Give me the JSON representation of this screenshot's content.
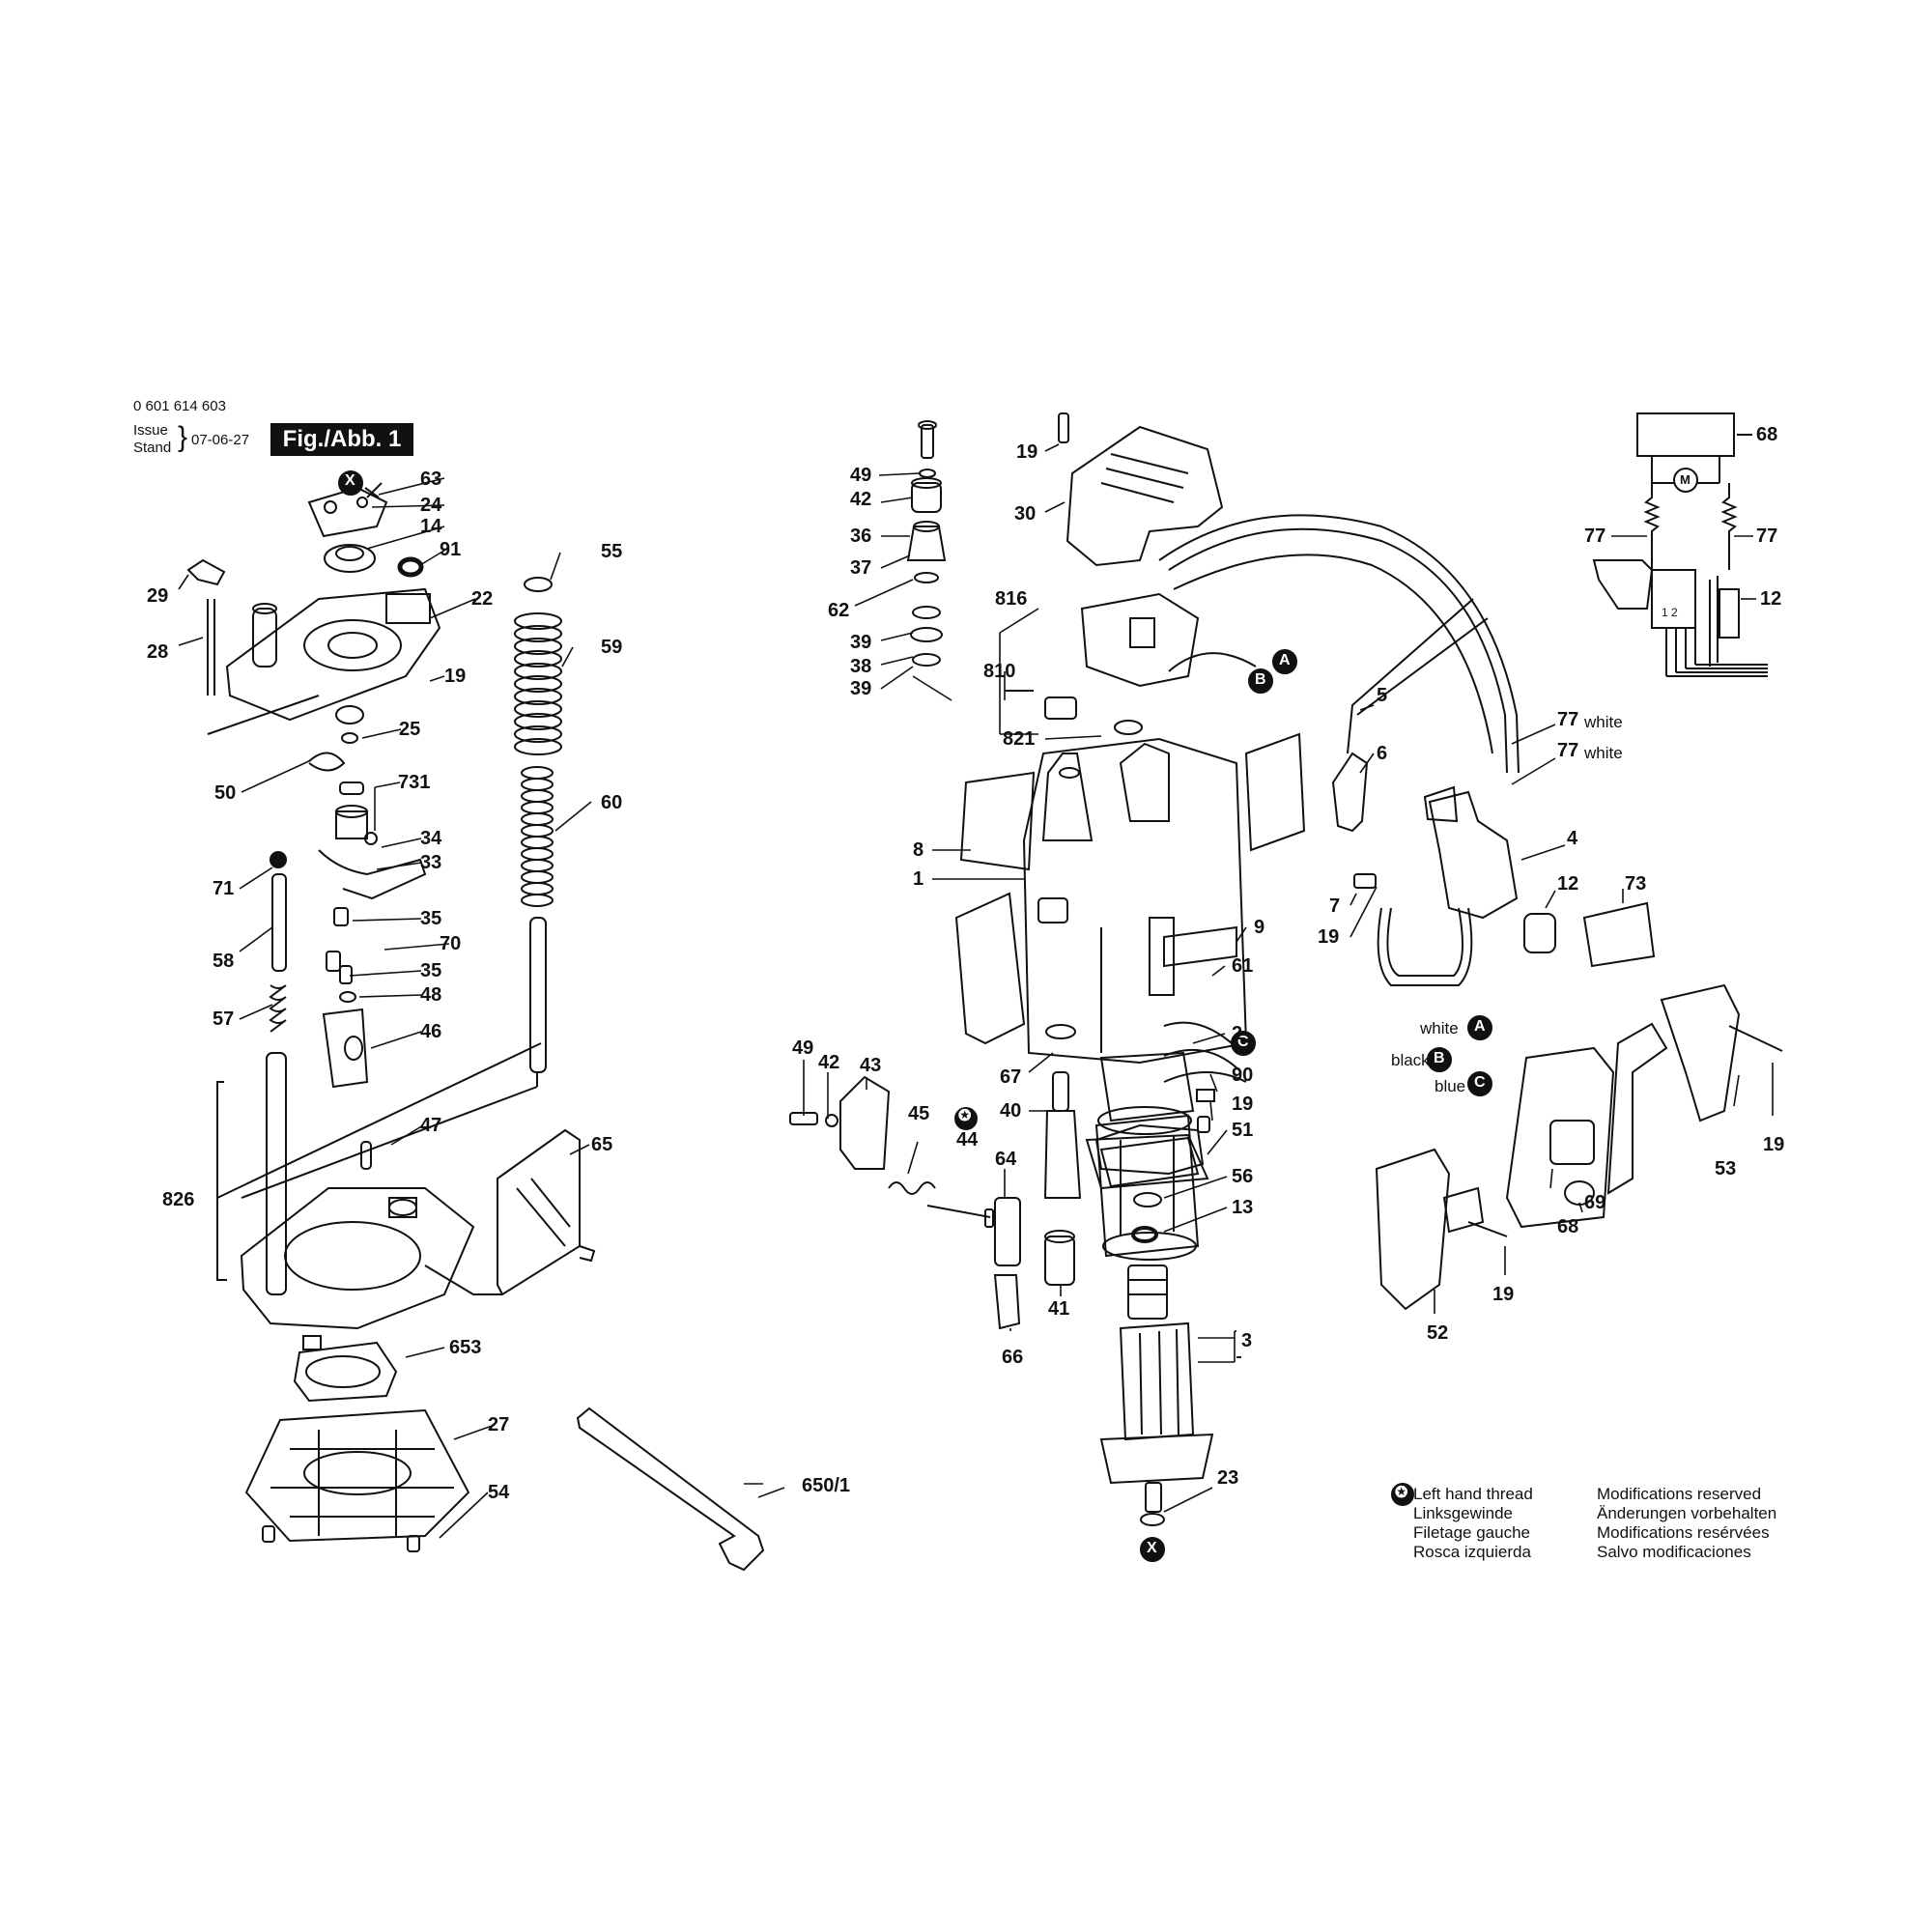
{
  "header": {
    "part_number": "0 601 614 603",
    "issue_label": "Issue",
    "stand_label": "Stand",
    "issue_date": "07-06-27",
    "figure_label": "Fig./Abb. 1"
  },
  "callouts": {
    "c63": "63",
    "c24": "24",
    "c14": "14",
    "c91": "91",
    "c22": "22",
    "c29": "29",
    "c28": "28",
    "c19a": "19",
    "c25": "25",
    "c50": "50",
    "c731": "731",
    "c34": "34",
    "c33": "33",
    "c71": "71",
    "c35a": "35",
    "c58": "58",
    "c70": "70",
    "c35b": "35",
    "c48": "48",
    "c57": "57",
    "c46": "46",
    "c47": "47",
    "c826": "826",
    "c65": "65",
    "c653": "653",
    "c27": "27",
    "c54": "54",
    "c55": "55",
    "c59": "59",
    "c60": "60",
    "c650": "650/1",
    "c49a": "49",
    "c42a": "42",
    "c36": "36",
    "c37": "37",
    "c62": "62",
    "c39a": "39",
    "c38": "38",
    "c39b": "39",
    "c19b": "19",
    "c30": "30",
    "c816": "816",
    "c810": "810",
    "c821": "821",
    "c8": "8",
    "c1": "1",
    "c5": "5",
    "c6": "6",
    "c77a": "77",
    "c77b": "77",
    "c4": "4",
    "c7": "7",
    "c19c": "19",
    "c12a": "12",
    "c73": "73",
    "c9": "9",
    "c61": "61",
    "c2": "2",
    "c67": "67",
    "c90": "90",
    "c19d": "19",
    "c40": "40",
    "c51": "51",
    "c56": "56",
    "c13": "13",
    "c3": "3",
    "c23": "23",
    "c49b": "49",
    "c42b": "42",
    "c43": "43",
    "c45": "45",
    "c44": "44",
    "c64": "64",
    "c41": "41",
    "c66": "66",
    "c19e": "19",
    "c53": "53",
    "c68a": "68",
    "c69": "69",
    "c52": "52",
    "c19f": "19",
    "c68b": "68",
    "c77c": "77",
    "c77d": "77",
    "c12b": "12"
  },
  "markers": {
    "x": "X",
    "a": "A",
    "b": "B",
    "c": "C"
  },
  "wires": {
    "w77a": "white",
    "w77b": "white",
    "white": "white",
    "black": "black",
    "blue": "blue"
  },
  "legend": {
    "left_hand_thread": [
      "Left hand thread",
      "Linksgewinde",
      "Filetage gauche",
      "Rosca izquierda"
    ],
    "modifications": [
      "Modifications reserved",
      "Änderungen vorbehalten",
      "Modifications resérvées",
      "Salvo modificaciones"
    ]
  },
  "motor_symbol": "M",
  "switch_terminals": "1 2"
}
